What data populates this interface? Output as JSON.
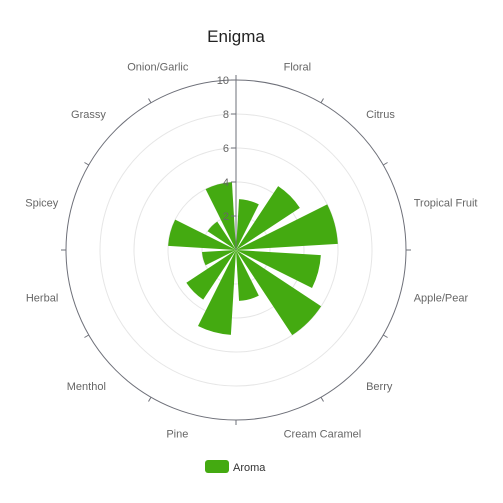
{
  "chart_data": {
    "type": "polar-bar",
    "title": "Enigma",
    "categories": [
      "Floral",
      "Citrus",
      "Tropical Fruit",
      "Apple/Pear",
      "Berry",
      "Cream Caramel",
      "Pine",
      "Menthol",
      "Herbal",
      "Spicey",
      "Grassy",
      "Onion/Garlic"
    ],
    "series": [
      {
        "name": "Aroma",
        "color": "#44aa11",
        "values": [
          3,
          4.5,
          6,
          5,
          6,
          3,
          5,
          3.5,
          2,
          4,
          2,
          4
        ]
      }
    ],
    "radial_axis": {
      "min": 0,
      "max": 10,
      "ticks": [
        0,
        2,
        4,
        6,
        8,
        10
      ]
    },
    "grid": true,
    "legend": {
      "position": "bottom-center"
    }
  }
}
